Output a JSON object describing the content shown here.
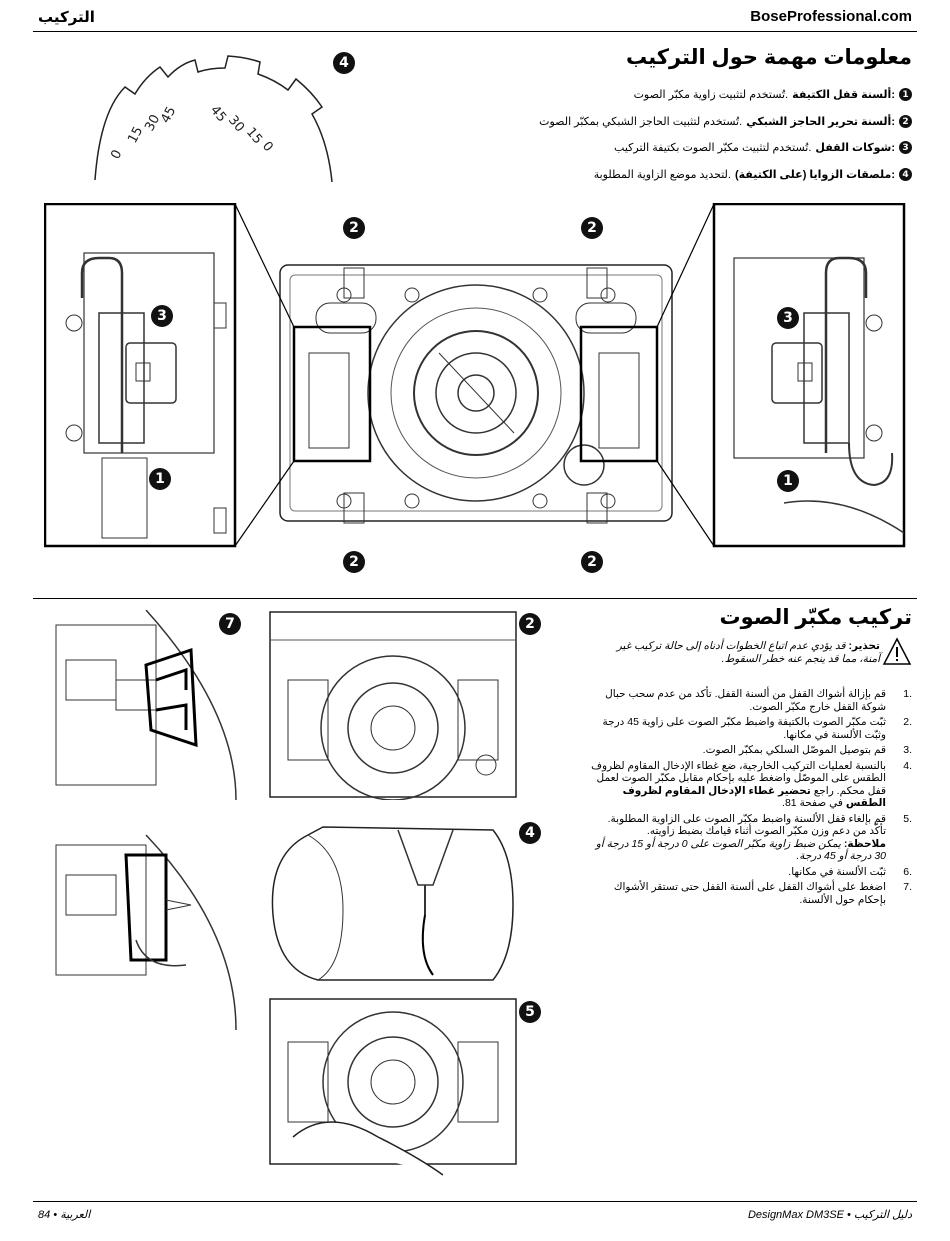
{
  "header": {
    "section": "التركيب",
    "site": "BoseProfessional.com"
  },
  "section1": {
    "title": "معلومات مهمة حول التركيب",
    "items": [
      {
        "num": "1",
        "label": "ألسنة قفل الكتيفة:",
        "desc": "تُستخدم لتثبيت زاوية مكبّر الصوت."
      },
      {
        "num": "2",
        "label": "ألسنة تحرير الحاجز الشبكي:",
        "desc": "تُستخدم لتثبيت الحاجز الشبكي بمكبّر الصوت."
      },
      {
        "num": "3",
        "label": "شوكات القفل:",
        "desc": "تُستخدم لتثبيت مكبّر الصوت بكتيفة التركيب."
      },
      {
        "num": "4",
        "label": "ملصقات الزوايا (على الكتيفة):",
        "desc": "لتحديد موضع الزاوية المطلوبة."
      }
    ],
    "angle_labels_left": [
      "0",
      "15",
      "30",
      "45"
    ],
    "angle_labels_right": [
      "45",
      "30",
      "15",
      "0"
    ]
  },
  "callouts": {
    "c1": "1",
    "c2": "2",
    "c3": "3",
    "c4": "4",
    "c5": "5",
    "c7": "7"
  },
  "section2": {
    "title": "تركيب مكبّر الصوت",
    "warning_label": "تحذير:",
    "warning_text": "قد يؤدي عدم اتباع الخطوات أدناه إلى حالة تركيب غير آمنة، مما قد ينجم عنه خطر السقوط.",
    "steps": [
      {
        "n": "1.",
        "text": "قم بإزالة أشواك القفل من ألسنة القفل. تأكد من عدم سحب حبال شوكة القفل خارج مكبّر الصوت."
      },
      {
        "n": "2.",
        "text": "ثبّت مكبّر الصوت بالكتيفة واضبط مكبّر الصوت على زاوية 45 درجة وثبّت الألسنة في مكانها."
      },
      {
        "n": "3.",
        "text": "قم بتوصيل الموصّل السلكي بمكبّر الصوت."
      },
      {
        "n": "4.",
        "text": "بالنسبة لعمليات التركيب الخارجية، ضع غطاء الإدخال المقاوم لظروف الطقس على الموصّل واضغط عليه بإحكام مقابل مكبّر الصوت لعمل قفل محكم. راجع",
        "bold": "تحضير غطاء الإدخال المقاوم لظروف الطقس",
        "tail": "في صفحة 81."
      },
      {
        "n": "5.",
        "text": "قم بإلغاء قفل الألسنة واضبط مكبّر الصوت على الزاوية المطلوبة. تأكّد من دعم وزن مكبّر الصوت أثناء قيامك بضبط زاويته.",
        "note_label": "ملاحظة:",
        "note": "يمكن ضبط زاوية مكبّر الصوت على 0 درجة أو 15 درجة أو 30 درجة أو 45 درجة."
      },
      {
        "n": "6.",
        "text": "ثبّت الألسنة في مكانها."
      },
      {
        "n": "7.",
        "text": "اضغط على أشواك القفل على ألسنة القفل حتى تستقر الأشواك بإحكام حول الألسنة."
      }
    ]
  },
  "footer": {
    "left": "العربية • 84",
    "right": "دليل التركيب • DesignMax DM3SE"
  }
}
